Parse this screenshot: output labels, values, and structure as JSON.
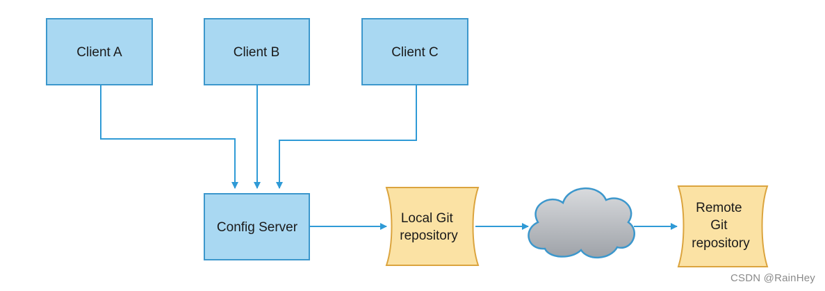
{
  "diagram": {
    "clients": [
      {
        "label": "Client A"
      },
      {
        "label": "Client B"
      },
      {
        "label": "Client C"
      }
    ],
    "config_server": {
      "label": "Config Server"
    },
    "local_repo": {
      "lines": [
        "Local Git",
        "repository"
      ]
    },
    "remote_repo": {
      "lines": [
        "Remote",
        "Git",
        "repository"
      ]
    }
  },
  "colors": {
    "box_fill": "#a9d8f2",
    "box_stroke": "#3c97cc",
    "connector": "#2f9ad6",
    "scroll_fill": "#fbe2a4",
    "scroll_stroke": "#dba43e",
    "cloud_fill": "#bcbfc4",
    "cloud_stroke": "#3c97cc"
  },
  "watermark": "CSDN @RainHey"
}
